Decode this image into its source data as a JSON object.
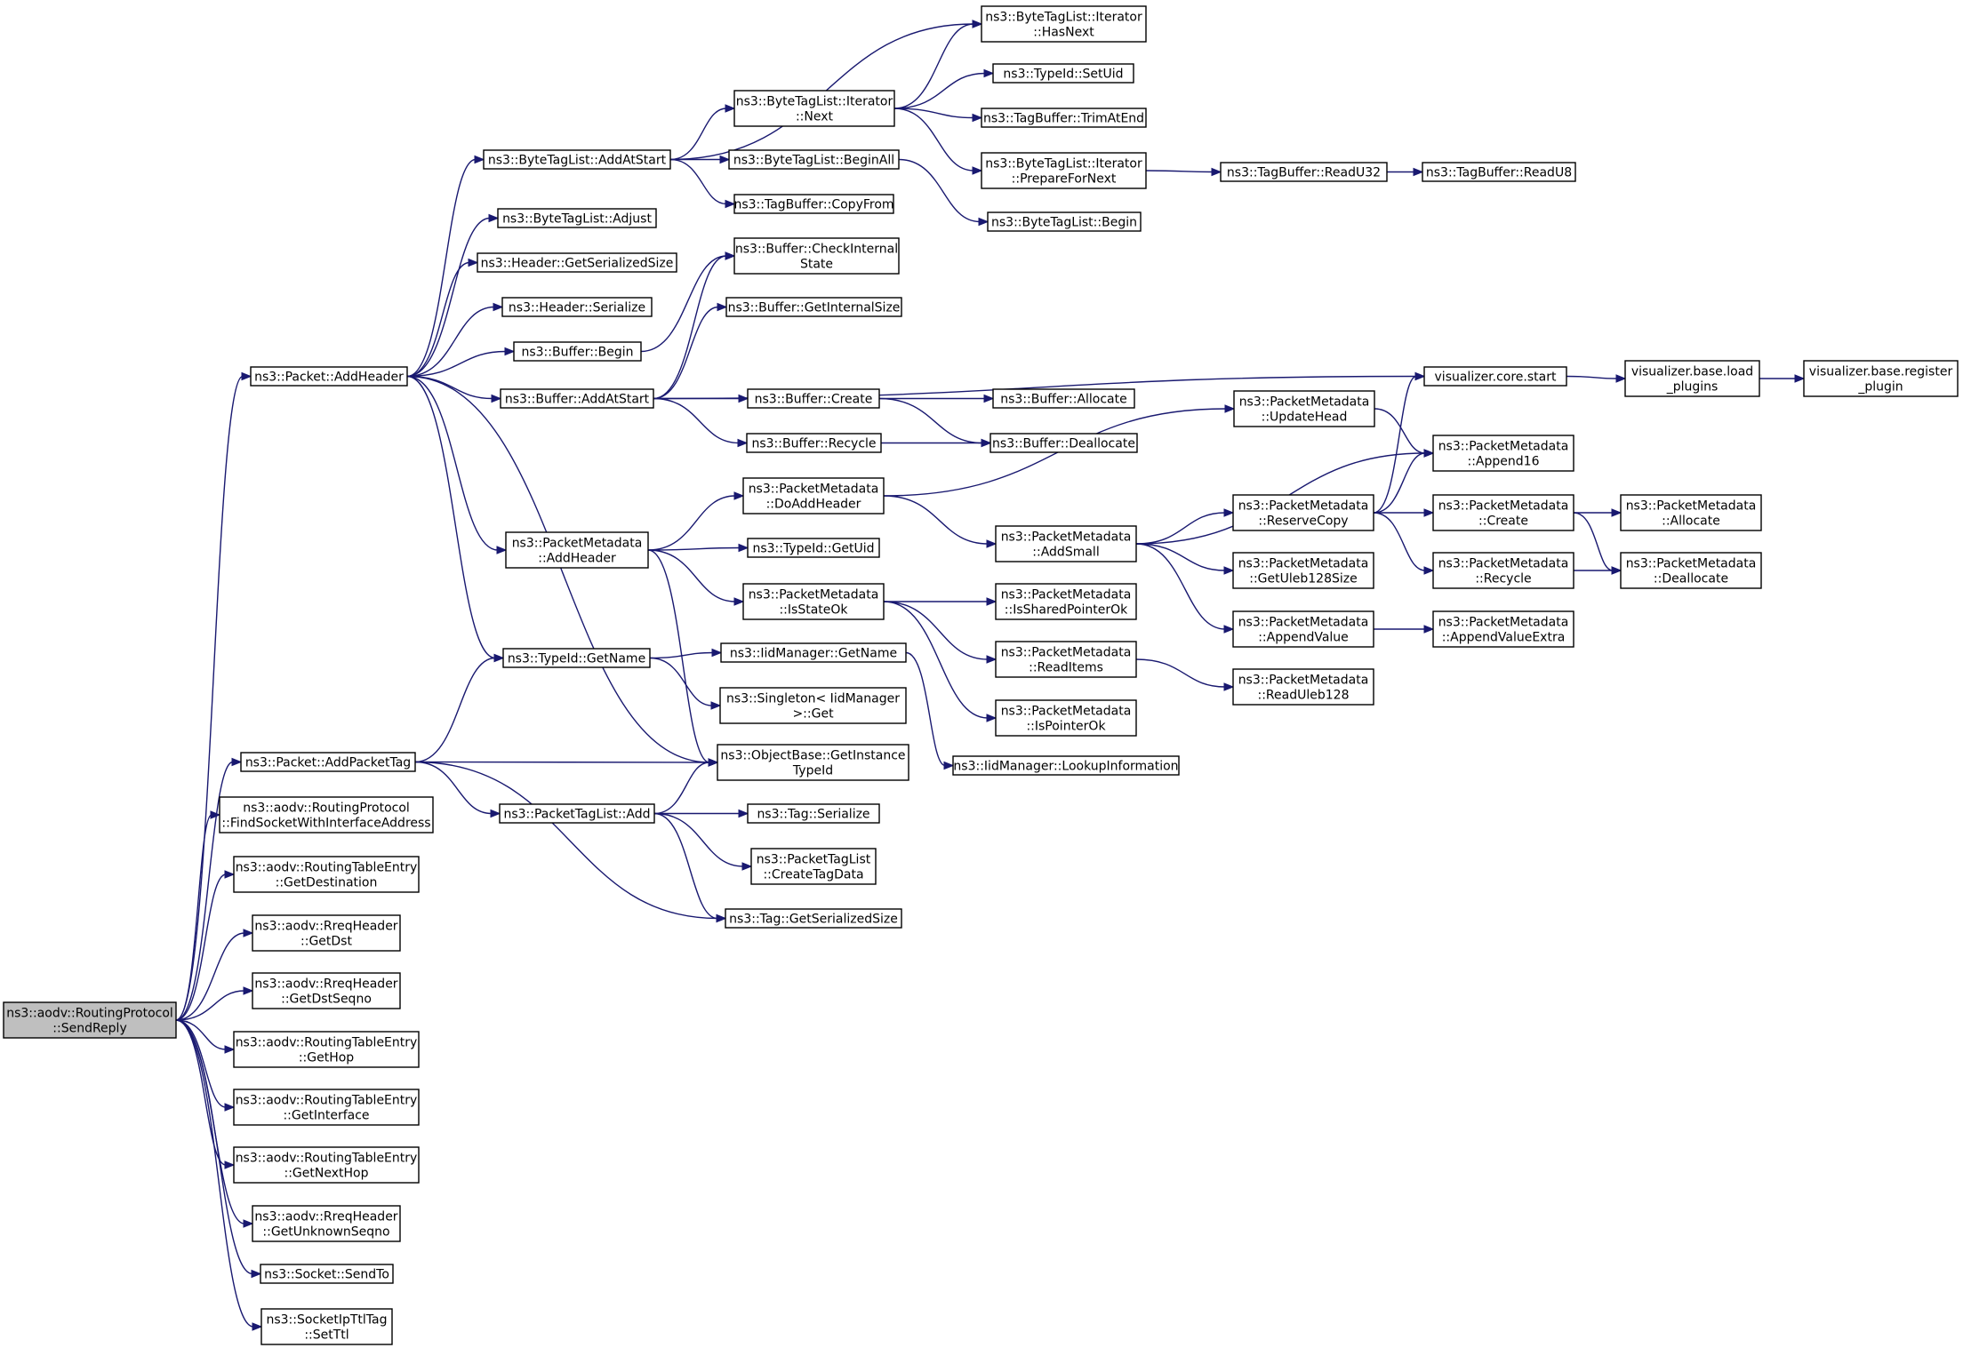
{
  "diagram": {
    "type": "call-graph",
    "edge_color": "#191970",
    "root_fill": "#bfbfbf",
    "nodes": [
      {
        "id": "sendreply",
        "lines": [
          "ns3::aodv::RoutingProtocol",
          "::SendReply"
        ],
        "root": true
      },
      {
        "id": "pkt_addheader",
        "lines": [
          "ns3::Packet::AddHeader"
        ]
      },
      {
        "id": "pkt_addpackettag",
        "lines": [
          "ns3::Packet::AddPacketTag"
        ]
      },
      {
        "id": "findsocket",
        "lines": [
          "ns3::aodv::RoutingProtocol",
          "::FindSocketWithInterfaceAddress"
        ]
      },
      {
        "id": "rte_getdest",
        "lines": [
          "ns3::aodv::RoutingTableEntry",
          "::GetDestination"
        ]
      },
      {
        "id": "rreq_getdst",
        "lines": [
          "ns3::aodv::RreqHeader",
          "::GetDst"
        ]
      },
      {
        "id": "rreq_getdstseqno",
        "lines": [
          "ns3::aodv::RreqHeader",
          "::GetDstSeqno"
        ]
      },
      {
        "id": "rte_gethop",
        "lines": [
          "ns3::aodv::RoutingTableEntry",
          "::GetHop"
        ]
      },
      {
        "id": "rte_getinterface",
        "lines": [
          "ns3::aodv::RoutingTableEntry",
          "::GetInterface"
        ]
      },
      {
        "id": "rte_getnexthop",
        "lines": [
          "ns3::aodv::RoutingTableEntry",
          "::GetNextHop"
        ]
      },
      {
        "id": "rreq_getunknown",
        "lines": [
          "ns3::aodv::RreqHeader",
          "::GetUnknownSeqno"
        ]
      },
      {
        "id": "socket_sendto",
        "lines": [
          "ns3::Socket::SendTo"
        ]
      },
      {
        "id": "socketipttltag_setttl",
        "lines": [
          "ns3::SocketIpTtlTag",
          "::SetTtl"
        ]
      },
      {
        "id": "btl_addatstart",
        "lines": [
          "ns3::ByteTagList::AddAtStart"
        ]
      },
      {
        "id": "btl_adjust",
        "lines": [
          "ns3::ByteTagList::Adjust"
        ]
      },
      {
        "id": "header_getserializedsize",
        "lines": [
          "ns3::Header::GetSerializedSize"
        ]
      },
      {
        "id": "header_serialize",
        "lines": [
          "ns3::Header::Serialize"
        ]
      },
      {
        "id": "buffer_begin",
        "lines": [
          "ns3::Buffer::Begin"
        ]
      },
      {
        "id": "buffer_addatstart",
        "lines": [
          "ns3::Buffer::AddAtStart"
        ]
      },
      {
        "id": "pm_addheader",
        "lines": [
          "ns3::PacketMetadata",
          "::AddHeader"
        ]
      },
      {
        "id": "typeid_getname",
        "lines": [
          "ns3::TypeId::GetName"
        ]
      },
      {
        "id": "packettaglist_add",
        "lines": [
          "ns3::PacketTagList::Add"
        ]
      },
      {
        "id": "btl_iter_next",
        "lines": [
          "ns3::ByteTagList::Iterator",
          "::Next"
        ]
      },
      {
        "id": "btl_beginall",
        "lines": [
          "ns3::ByteTagList::BeginAll"
        ]
      },
      {
        "id": "tagbuffer_copyfrom",
        "lines": [
          "ns3::TagBuffer::CopyFrom"
        ]
      },
      {
        "id": "buffer_checkinternalstate",
        "lines": [
          "ns3::Buffer::CheckInternal",
          "State"
        ]
      },
      {
        "id": "buffer_getinternalsize",
        "lines": [
          "ns3::Buffer::GetInternalSize"
        ]
      },
      {
        "id": "buffer_create",
        "lines": [
          "ns3::Buffer::Create"
        ]
      },
      {
        "id": "buffer_recycle",
        "lines": [
          "ns3::Buffer::Recycle"
        ]
      },
      {
        "id": "pm_doaddheader",
        "lines": [
          "ns3::PacketMetadata",
          "::DoAddHeader"
        ]
      },
      {
        "id": "typeid_getuid",
        "lines": [
          "ns3::TypeId::GetUid"
        ]
      },
      {
        "id": "pm_isstateok",
        "lines": [
          "ns3::PacketMetadata",
          "::IsStateOk"
        ]
      },
      {
        "id": "iidmanager_getname",
        "lines": [
          "ns3::IidManager::GetName"
        ]
      },
      {
        "id": "singleton_get",
        "lines": [
          "ns3::Singleton< IidManager",
          " >::Get"
        ]
      },
      {
        "id": "objectbase_getinstancetypeid",
        "lines": [
          "ns3::ObjectBase::GetInstance",
          "TypeId"
        ]
      },
      {
        "id": "tag_serialize",
        "lines": [
          "ns3::Tag::Serialize"
        ]
      },
      {
        "id": "ptl_createtagdata",
        "lines": [
          "ns3::PacketTagList",
          "::CreateTagData"
        ]
      },
      {
        "id": "tag_getserializedsize",
        "lines": [
          "ns3::Tag::GetSerializedSize"
        ]
      },
      {
        "id": "btl_iter_hasnext",
        "lines": [
          "ns3::ByteTagList::Iterator",
          "::HasNext"
        ]
      },
      {
        "id": "typeid_setuid",
        "lines": [
          "ns3::TypeId::SetUid"
        ]
      },
      {
        "id": "tagbuffer_trimatend",
        "lines": [
          "ns3::TagBuffer::TrimAtEnd"
        ]
      },
      {
        "id": "btl_iter_prepare",
        "lines": [
          "ns3::ByteTagList::Iterator",
          "::PrepareForNext"
        ]
      },
      {
        "id": "btl_begin",
        "lines": [
          "ns3::ByteTagList::Begin"
        ]
      },
      {
        "id": "visualizer_core_start",
        "lines": [
          "visualizer.core.start"
        ]
      },
      {
        "id": "buffer_allocate",
        "lines": [
          "ns3::Buffer::Allocate"
        ]
      },
      {
        "id": "buffer_deallocate",
        "lines": [
          "ns3::Buffer::Deallocate"
        ]
      },
      {
        "id": "pm_updatehead",
        "lines": [
          "ns3::PacketMetadata",
          "::UpdateHead"
        ]
      },
      {
        "id": "pm_addsmall",
        "lines": [
          "ns3::PacketMetadata",
          "::AddSmall"
        ]
      },
      {
        "id": "pm_issharedpointerok",
        "lines": [
          "ns3::PacketMetadata",
          "::IsSharedPointerOk"
        ]
      },
      {
        "id": "pm_readitems",
        "lines": [
          "ns3::PacketMetadata",
          "::ReadItems"
        ]
      },
      {
        "id": "pm_ispointerok",
        "lines": [
          "ns3::PacketMetadata",
          "::IsPointerOk"
        ]
      },
      {
        "id": "iidmanager_lookupinformation",
        "lines": [
          "ns3::IidManager::LookupInformation"
        ]
      },
      {
        "id": "tagbuffer_readu32",
        "lines": [
          "ns3::TagBuffer::ReadU32"
        ]
      },
      {
        "id": "visualizer_base_load_plugins",
        "lines": [
          "visualizer.base.load",
          "_plugins"
        ]
      },
      {
        "id": "pm_append16",
        "lines": [
          "ns3::PacketMetadata",
          "::Append16"
        ]
      },
      {
        "id": "pm_reservecopy",
        "lines": [
          "ns3::PacketMetadata",
          "::ReserveCopy"
        ]
      },
      {
        "id": "pm_getuleb128size",
        "lines": [
          "ns3::PacketMetadata",
          "::GetUleb128Size"
        ]
      },
      {
        "id": "pm_appendvalue",
        "lines": [
          "ns3::PacketMetadata",
          "::AppendValue"
        ]
      },
      {
        "id": "pm_readuleb128",
        "lines": [
          "ns3::PacketMetadata",
          "::ReadUleb128"
        ]
      },
      {
        "id": "tagbuffer_readu8",
        "lines": [
          "ns3::TagBuffer::ReadU8"
        ]
      },
      {
        "id": "visualizer_base_register_plugin",
        "lines": [
          "visualizer.base.register",
          "_plugin"
        ]
      },
      {
        "id": "pm_create",
        "lines": [
          "ns3::PacketMetadata",
          "::Create"
        ]
      },
      {
        "id": "pm_recycle",
        "lines": [
          "ns3::PacketMetadata",
          "::Recycle"
        ]
      },
      {
        "id": "pm_appendvalueextra",
        "lines": [
          "ns3::PacketMetadata",
          "::AppendValueExtra"
        ]
      },
      {
        "id": "pm_allocate",
        "lines": [
          "ns3::PacketMetadata",
          "::Allocate"
        ]
      },
      {
        "id": "pm_deallocate",
        "lines": [
          "ns3::PacketMetadata",
          "::Deallocate"
        ]
      }
    ],
    "edges": [
      [
        "sendreply",
        "pkt_addheader"
      ],
      [
        "sendreply",
        "pkt_addpackettag"
      ],
      [
        "sendreply",
        "findsocket"
      ],
      [
        "sendreply",
        "rte_getdest"
      ],
      [
        "sendreply",
        "rreq_getdst"
      ],
      [
        "sendreply",
        "rreq_getdstseqno"
      ],
      [
        "sendreply",
        "rte_gethop"
      ],
      [
        "sendreply",
        "rte_getinterface"
      ],
      [
        "sendreply",
        "rte_getnexthop"
      ],
      [
        "sendreply",
        "rreq_getunknown"
      ],
      [
        "sendreply",
        "socket_sendto"
      ],
      [
        "sendreply",
        "socketipttltag_setttl"
      ],
      [
        "pkt_addheader",
        "btl_addatstart"
      ],
      [
        "pkt_addheader",
        "btl_adjust"
      ],
      [
        "pkt_addheader",
        "header_getserializedsize"
      ],
      [
        "pkt_addheader",
        "header_serialize"
      ],
      [
        "pkt_addheader",
        "buffer_begin"
      ],
      [
        "pkt_addheader",
        "buffer_addatstart"
      ],
      [
        "pkt_addheader",
        "pm_addheader"
      ],
      [
        "pkt_addheader",
        "typeid_getname"
      ],
      [
        "pkt_addheader",
        "objectbase_getinstancetypeid"
      ],
      [
        "pkt_addpackettag",
        "typeid_getname"
      ],
      [
        "pkt_addpackettag",
        "objectbase_getinstancetypeid"
      ],
      [
        "pkt_addpackettag",
        "packettaglist_add"
      ],
      [
        "pkt_addpackettag",
        "tag_getserializedsize"
      ],
      [
        "btl_addatstart",
        "btl_iter_hasnext"
      ],
      [
        "btl_addatstart",
        "btl_iter_next"
      ],
      [
        "btl_addatstart",
        "btl_beginall"
      ],
      [
        "btl_addatstart",
        "tagbuffer_copyfrom"
      ],
      [
        "btl_iter_next",
        "btl_iter_hasnext"
      ],
      [
        "btl_iter_next",
        "typeid_setuid"
      ],
      [
        "btl_iter_next",
        "tagbuffer_trimatend"
      ],
      [
        "btl_iter_next",
        "btl_iter_prepare"
      ],
      [
        "btl_iter_prepare",
        "tagbuffer_readu32"
      ],
      [
        "tagbuffer_readu32",
        "tagbuffer_readu8"
      ],
      [
        "btl_beginall",
        "btl_begin"
      ],
      [
        "buffer_begin",
        "buffer_checkinternalstate"
      ],
      [
        "buffer_addatstart",
        "buffer_checkinternalstate"
      ],
      [
        "buffer_addatstart",
        "buffer_getinternalsize"
      ],
      [
        "buffer_addatstart",
        "visualizer_core_start"
      ],
      [
        "buffer_addatstart",
        "buffer_create"
      ],
      [
        "buffer_addatstart",
        "buffer_recycle"
      ],
      [
        "buffer_create",
        "buffer_allocate"
      ],
      [
        "buffer_create",
        "buffer_deallocate"
      ],
      [
        "buffer_recycle",
        "buffer_deallocate"
      ],
      [
        "visualizer_core_start",
        "visualizer_base_load_plugins"
      ],
      [
        "visualizer_base_load_plugins",
        "visualizer_base_register_plugin"
      ],
      [
        "pm_addheader",
        "pm_doaddheader"
      ],
      [
        "pm_addheader",
        "typeid_getuid"
      ],
      [
        "pm_addheader",
        "pm_isstateok"
      ],
      [
        "pm_addheader",
        "objectbase_getinstancetypeid"
      ],
      [
        "pm_doaddheader",
        "pm_updatehead"
      ],
      [
        "pm_doaddheader",
        "pm_addsmall"
      ],
      [
        "pm_updatehead",
        "pm_append16"
      ],
      [
        "pm_addsmall",
        "pm_append16"
      ],
      [
        "pm_addsmall",
        "pm_reservecopy"
      ],
      [
        "pm_addsmall",
        "pm_getuleb128size"
      ],
      [
        "pm_addsmall",
        "pm_appendvalue"
      ],
      [
        "pm_reservecopy",
        "visualizer_core_start"
      ],
      [
        "pm_reservecopy",
        "pm_append16"
      ],
      [
        "pm_reservecopy",
        "pm_create"
      ],
      [
        "pm_reservecopy",
        "pm_recycle"
      ],
      [
        "pm_create",
        "pm_allocate"
      ],
      [
        "pm_create",
        "pm_deallocate"
      ],
      [
        "pm_recycle",
        "pm_deallocate"
      ],
      [
        "pm_appendvalue",
        "pm_appendvalueextra"
      ],
      [
        "pm_isstateok",
        "pm_issharedpointerok"
      ],
      [
        "pm_isstateok",
        "pm_readitems"
      ],
      [
        "pm_isstateok",
        "pm_ispointerok"
      ],
      [
        "pm_readitems",
        "pm_readuleb128"
      ],
      [
        "typeid_getname",
        "iidmanager_getname"
      ],
      [
        "typeid_getname",
        "singleton_get"
      ],
      [
        "iidmanager_getname",
        "iidmanager_lookupinformation"
      ],
      [
        "packettaglist_add",
        "objectbase_getinstancetypeid"
      ],
      [
        "packettaglist_add",
        "tag_serialize"
      ],
      [
        "packettaglist_add",
        "ptl_createtagdata"
      ],
      [
        "packettaglist_add",
        "tag_getserializedsize"
      ]
    ]
  }
}
